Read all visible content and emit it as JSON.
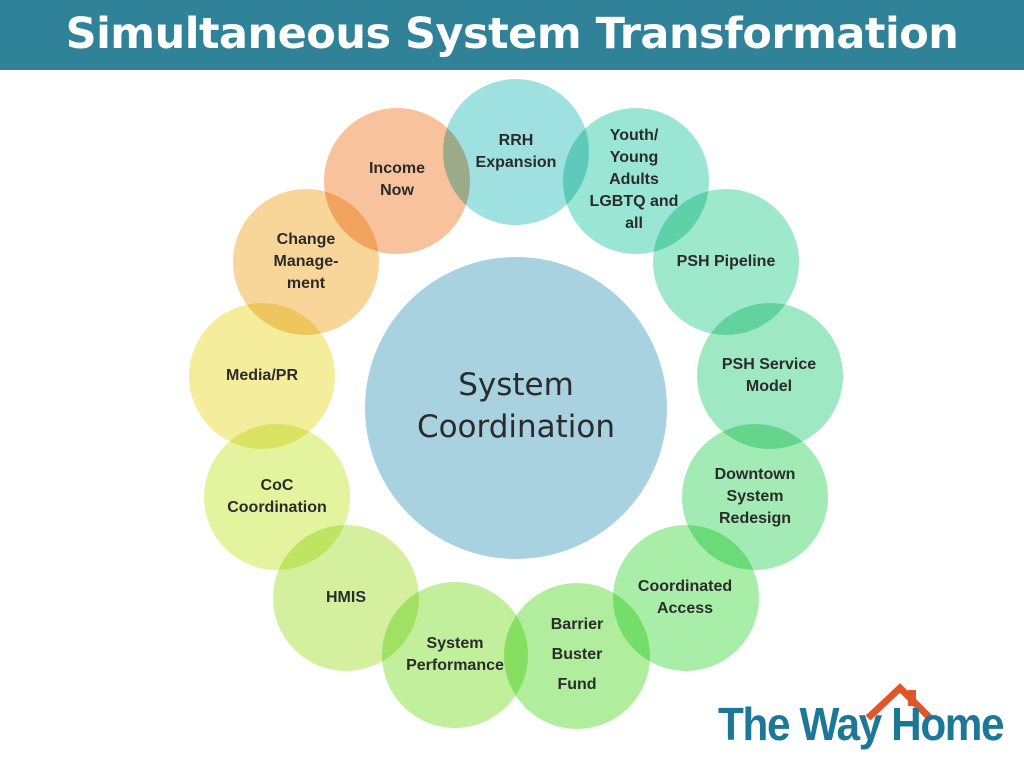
{
  "slide": {
    "title": "Simultaneous System Transformation"
  },
  "diagram": {
    "center": {
      "line1": "System",
      "line2": "Coordination",
      "color": "#a8d2e0"
    },
    "nodes": [
      {
        "id": "rrh-expansion",
        "lines": [
          "RRH",
          "Expansion"
        ],
        "color": "#9fe0e0"
      },
      {
        "id": "youth-young-adults",
        "lines": [
          "Youth/",
          "Young",
          "Adults",
          "LGBTQ and",
          "all"
        ],
        "color": "#99e6d4"
      },
      {
        "id": "psh-pipeline",
        "lines": [
          "PSH Pipeline"
        ],
        "color": "#9ee8cc"
      },
      {
        "id": "psh-service-model",
        "lines": [
          "PSH Service",
          "Model"
        ],
        "color": "#9ee8c4"
      },
      {
        "id": "downtown-system-redesign",
        "lines": [
          "Downtown",
          "System",
          "Redesign"
        ],
        "color": "#a2ebb4"
      },
      {
        "id": "coordinated-access",
        "lines": [
          "Coordinated",
          "Access"
        ],
        "color": "#a8eea8"
      },
      {
        "id": "barrier-buster-fund",
        "lines": [
          "Barrier",
          "Buster",
          "Fund"
        ],
        "color": "#b0ee9e"
      },
      {
        "id": "system-performance",
        "lines": [
          "System",
          "Performance"
        ],
        "color": "#c2ef9c"
      },
      {
        "id": "hmis",
        "lines": [
          "HMIS"
        ],
        "color": "#d4f09e"
      },
      {
        "id": "coc-coordination",
        "lines": [
          "CoC",
          "Coordination"
        ],
        "color": "#e4f39e"
      },
      {
        "id": "media-pr",
        "lines": [
          "Media/PR"
        ],
        "color": "#f4ee9c"
      },
      {
        "id": "change-management",
        "lines": [
          "Change",
          "Manage-",
          "ment"
        ],
        "color": "#f8d69a"
      },
      {
        "id": "income-now",
        "lines": [
          "Income",
          "Now"
        ],
        "color": "#f8c29c"
      }
    ]
  },
  "logo": {
    "text": "The Way Home",
    "roof_color": "#e0562a",
    "text_color": "#1d7796"
  }
}
